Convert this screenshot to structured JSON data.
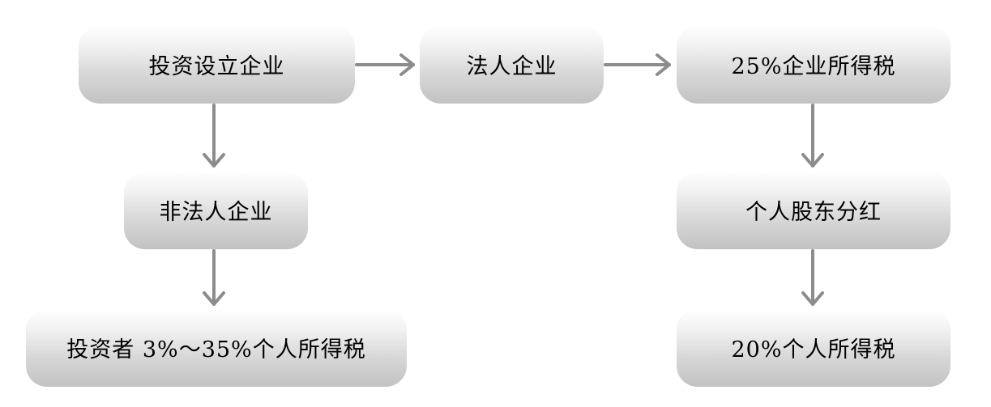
{
  "nodes": {
    "invest_establish": "投资设立企业",
    "legal_entity": "法人企业",
    "corporate_tax": "25%企业所得税",
    "non_legal_entity": "非法人企业",
    "shareholder_dividend": "个人股东分红",
    "investor_tax": "投资者 3%～35%个人所得税",
    "personal_tax_20": "20%个人所得税"
  },
  "colors": {
    "arrow": "#8c8c8c",
    "node_top": "#ffffff",
    "node_bottom": "#c2c2c2",
    "text": "#000000"
  }
}
